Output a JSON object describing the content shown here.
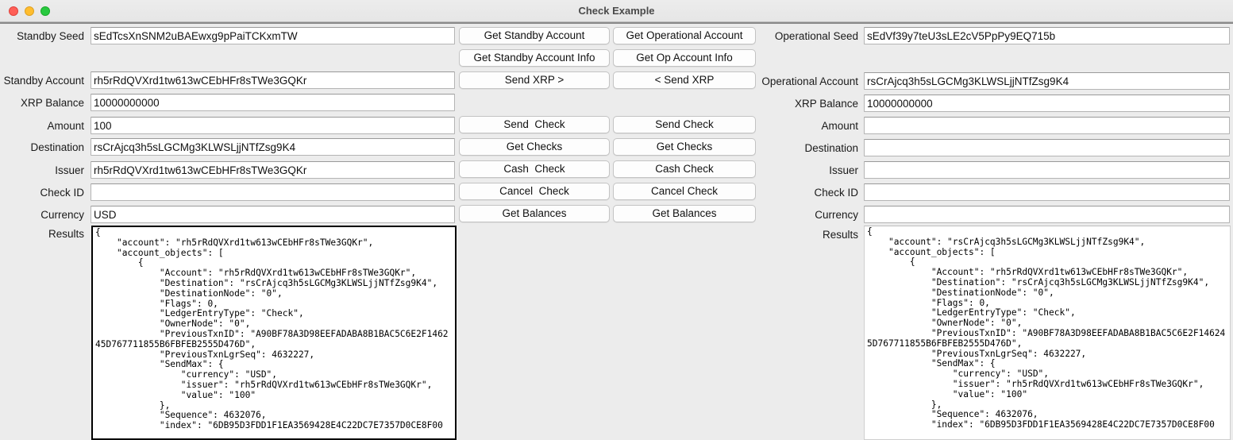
{
  "window": {
    "title": "Check Example",
    "controls": [
      {
        "name": "close-button",
        "color": "#ff5f57"
      },
      {
        "name": "minimize-button",
        "color": "#ffbd2e"
      },
      {
        "name": "maximize-button",
        "color": "#28c940"
      }
    ]
  },
  "standby": {
    "seed": {
      "label": "Standby Seed",
      "value": "sEdTcsXnSNM2uBAEwxg9pPaiTCKxmTW"
    },
    "account": {
      "label": "Standby Account",
      "value": "rh5rRdQVXrd1tw613wCEbHFr8sTWe3GQKr"
    },
    "xrp_balance": {
      "label": "XRP Balance",
      "value": "10000000000"
    },
    "amount": {
      "label": "Amount",
      "value": "100"
    },
    "destination": {
      "label": "Destination",
      "value": "rsCrAjcq3h5sLGCMg3KLWSLjjNTfZsg9K4"
    },
    "issuer": {
      "label": "Issuer",
      "value": "rh5rRdQVXrd1tw613wCEbHFr8sTWe3GQKr"
    },
    "check_id": {
      "label": "Check ID",
      "value": ""
    },
    "currency": {
      "label": "Currency",
      "value": "USD"
    },
    "results": {
      "label": "Results",
      "value": "{\n    \"account\": \"rh5rRdQVXrd1tw613wCEbHFr8sTWe3GQKr\",\n    \"account_objects\": [\n        {\n            \"Account\": \"rh5rRdQVXrd1tw613wCEbHFr8sTWe3GQKr\",\n            \"Destination\": \"rsCrAjcq3h5sLGCMg3KLWSLjjNTfZsg9K4\",\n            \"DestinationNode\": \"0\",\n            \"Flags\": 0,\n            \"LedgerEntryType\": \"Check\",\n            \"OwnerNode\": \"0\",\n            \"PreviousTxnID\": \"A90BF78A3D98EEFADABA8B1BAC5C6E2F146245D767711855B6FBFEB2555D476D\",\n            \"PreviousTxnLgrSeq\": 4632227,\n            \"SendMax\": {\n                \"currency\": \"USD\",\n                \"issuer\": \"rh5rRdQVXrd1tw613wCEbHFr8sTWe3GQKr\",\n                \"value\": \"100\"\n            },\n            \"Sequence\": 4632076,\n            \"index\": \"6DB95D3FDD1F1EA3569428E4C22DC7E7357D0CE8F00"
    }
  },
  "operational": {
    "seed": {
      "label": "Operational Seed",
      "value": "sEdVf39y7teU3sLE2cV5PpPy9EQ715b"
    },
    "account": {
      "label": "Operational Account",
      "value": "rsCrAjcq3h5sLGCMg3KLWSLjjNTfZsg9K4"
    },
    "xrp_balance": {
      "label": "XRP Balance",
      "value": "10000000000"
    },
    "amount": {
      "label": "Amount",
      "value": ""
    },
    "destination": {
      "label": "Destination",
      "value": ""
    },
    "issuer": {
      "label": "Issuer",
      "value": ""
    },
    "check_id": {
      "label": "Check ID",
      "value": ""
    },
    "currency": {
      "label": "Currency",
      "value": ""
    },
    "results": {
      "label": "Results",
      "value": "{\n    \"account\": \"rsCrAjcq3h5sLGCMg3KLWSLjjNTfZsg9K4\",\n    \"account_objects\": [\n        {\n            \"Account\": \"rh5rRdQVXrd1tw613wCEbHFr8sTWe3GQKr\",\n            \"Destination\": \"rsCrAjcq3h5sLGCMg3KLWSLjjNTfZsg9K4\",\n            \"DestinationNode\": \"0\",\n            \"Flags\": 0,\n            \"LedgerEntryType\": \"Check\",\n            \"OwnerNode\": \"0\",\n            \"PreviousTxnID\": \"A90BF78A3D98EEFADABA8B1BAC5C6E2F146245D767711855B6FBFEB2555D476D\",\n            \"PreviousTxnLgrSeq\": 4632227,\n            \"SendMax\": {\n                \"currency\": \"USD\",\n                \"issuer\": \"rh5rRdQVXrd1tw613wCEbHFr8sTWe3GQKr\",\n                \"value\": \"100\"\n            },\n            \"Sequence\": 4632076,\n            \"index\": \"6DB95D3FDD1F1EA3569428E4C22DC7E7357D0CE8F00"
    }
  },
  "buttons": {
    "left": [
      "Get Standby Account",
      "Get Standby Account Info",
      "Send XRP >",
      "Send  Check",
      "Get Checks",
      "Cash  Check",
      "Cancel  Check",
      "Get Balances"
    ],
    "right": [
      "Get Operational Account",
      "Get Op Account Info",
      "< Send XRP",
      "Send Check",
      "Get Checks",
      "Cash Check",
      "Cancel Check",
      "Get Balances"
    ]
  }
}
